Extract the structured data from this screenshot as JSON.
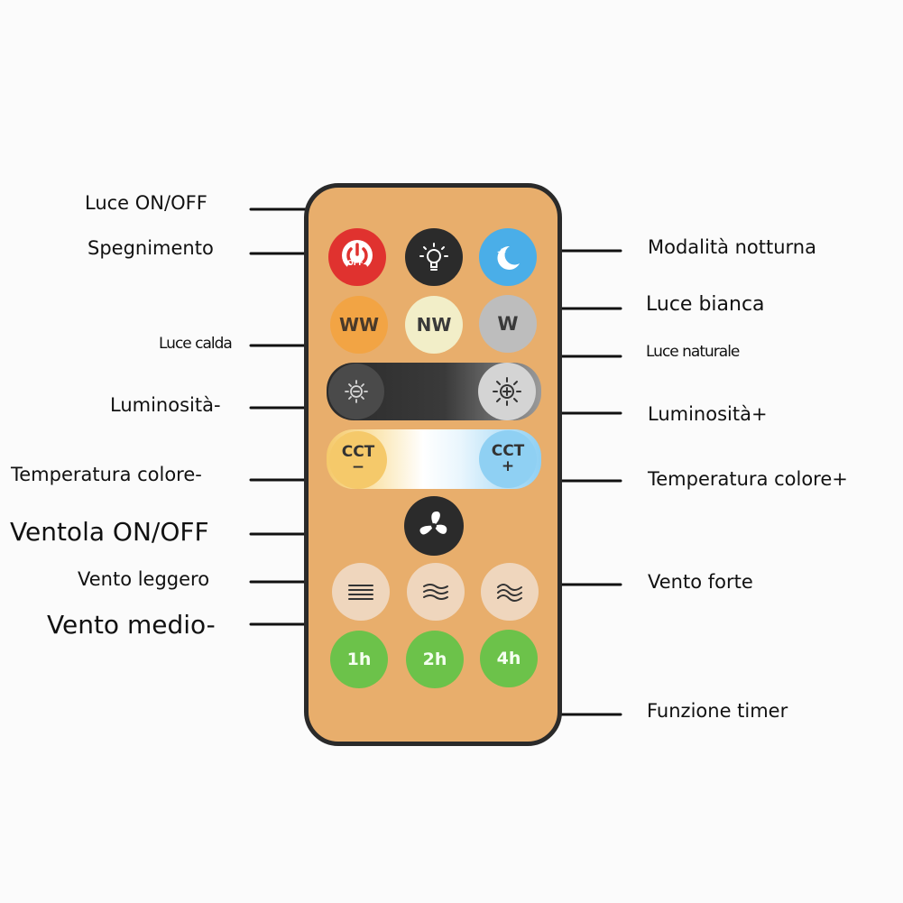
{
  "colors": {
    "remote_body": "#e8ae6c",
    "remote_border": "#2a2a2a",
    "power_red": "#e0322f",
    "dark_button": "#2b2b2b",
    "night_blue": "#4aaee8",
    "warm_orange": "#f2a444",
    "natural_cream": "#f2eec8",
    "white_grey": "#bdbdbd",
    "timer_green": "#6cc24a",
    "wind_button": "#efd6bd"
  },
  "buttons": {
    "power_badge": "OFF",
    "ww": "WW",
    "nw": "NW",
    "w": "W",
    "cct_minus_top": "CCT",
    "cct_minus_sign": "−",
    "cct_plus_top": "CCT",
    "cct_plus_sign": "+",
    "timer_1": "1h",
    "timer_2": "2h",
    "timer_4": "4h"
  },
  "icons": {
    "power": "power-icon",
    "light": "light-bulb-icon",
    "night": "moon-star-icon",
    "brightness_down": "sun-minus-icon",
    "brightness_up": "sun-plus-icon",
    "fan": "fan-icon",
    "wind_light": "wind-light-icon",
    "wind_medium": "wind-medium-icon",
    "wind_strong": "wind-strong-icon"
  },
  "labels": {
    "luce_onoff": "Luce ON/OFF",
    "spegnimento": "Spegnimento",
    "luce_calda": "Luce calda",
    "luminosita_minus": "Luminosità-",
    "temp_minus": "Temperatura colore-",
    "ventola": "Ventola ON/OFF",
    "vento_leggero": "Vento leggero",
    "vento_medio": "Vento medio-",
    "modalita_notturna": "Modalità notturna",
    "luce_bianca": "Luce bianca",
    "luce_naturale": "Luce naturale",
    "luminosita_plus": "Luminosità+",
    "temp_plus": "Temperatura colore+",
    "vento_forte": "Vento forte",
    "funzione_timer": "Funzione timer"
  }
}
